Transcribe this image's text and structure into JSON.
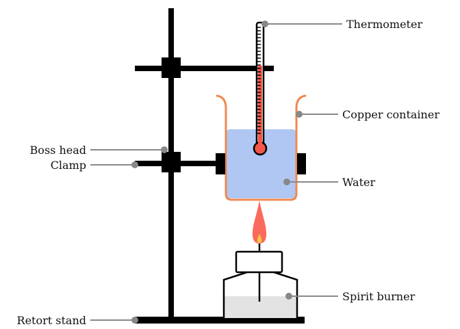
{
  "labels": {
    "thermometer": "Thermometer",
    "copper_container": "Copper container",
    "water": "Water",
    "spirit_burner": "Spirit burner",
    "boss_head": "Boss head",
    "clamp": "Clamp",
    "retort_stand": "Retort stand"
  },
  "colors": {
    "stand": "#000000",
    "container_outline": "#f0884f",
    "water": "#b0c7f3",
    "thermometer_liquid": "#f4574a",
    "flame_outer": "#fb6b5d",
    "flame_inner": "#f5c842",
    "burner_fuel": "#e3e3e3",
    "leader_line": "#888888"
  }
}
